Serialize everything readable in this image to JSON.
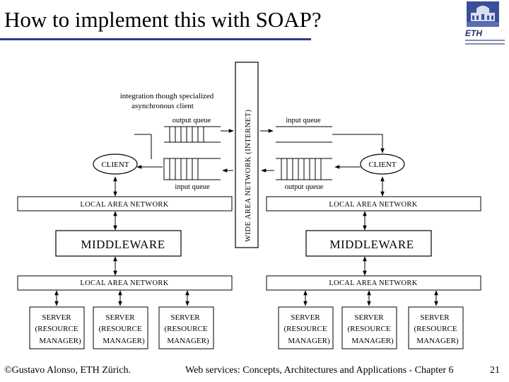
{
  "slide": {
    "title": "How to implement this with SOAP?",
    "footer_left": "©Gustavo Alonso, ETH Zürich.",
    "footer_center": "Web services: Concepts, Architectures and Applications - Chapter 6",
    "page_number": "21",
    "logo_text": "ETH"
  },
  "diagram": {
    "note_line1": "integration though specialized",
    "note_line2": "asynchronous client",
    "output_queue": "output queue",
    "input_queue": "input queue",
    "client": "CLIENT",
    "lan": "LOCAL AREA NETWORK",
    "middleware": "MIDDLEWARE",
    "wan": "WIDE AREA NETWORK (INTERNET)",
    "server_line1": "SERVER",
    "server_line2": "(RESOURCE",
    "server_line3": "MANAGER)"
  }
}
